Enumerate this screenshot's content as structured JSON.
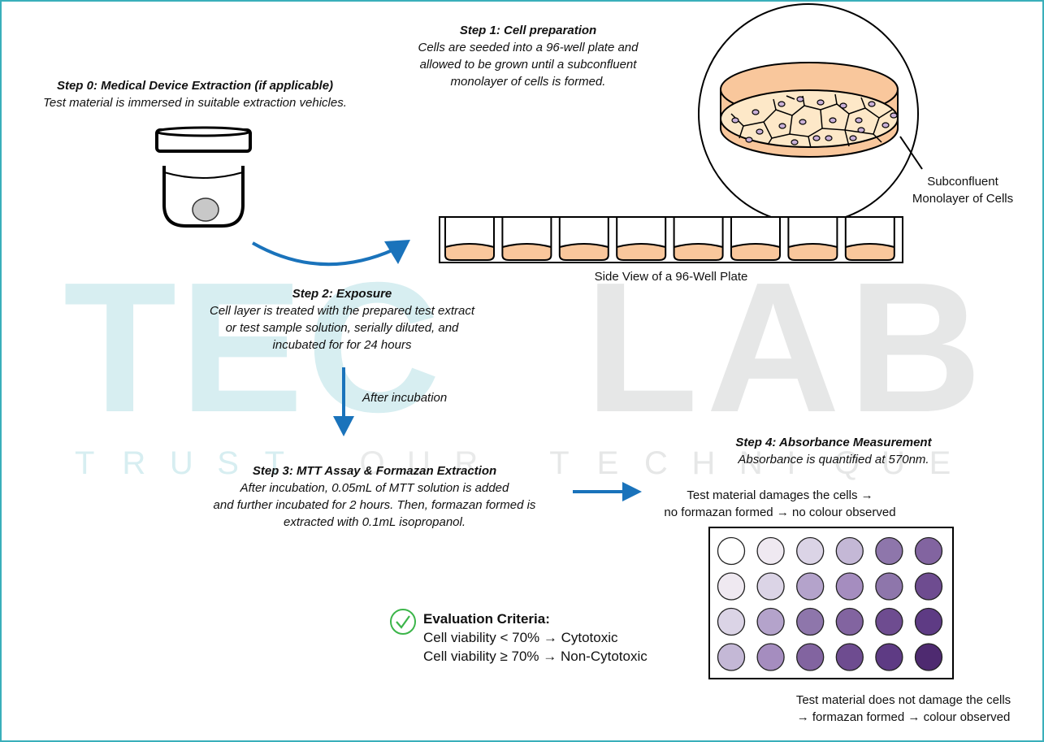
{
  "watermark": {
    "brand_left": "TEC",
    "brand_right": "LAB",
    "tagline": [
      "T",
      "R",
      "U",
      "S",
      "T",
      "",
      "O",
      "U",
      "R",
      "",
      "T",
      "E",
      "C",
      "H",
      "N",
      "I",
      "Q",
      "U",
      "E"
    ],
    "colors": {
      "teal": "#d7eef1",
      "gray": "#e6e7e7"
    }
  },
  "colors": {
    "frame": "#3aafba",
    "arrow": "#1a73bb",
    "well_liquid": "#f9c79c",
    "cell_fill": "#fde8c8",
    "nucleus": "#c9b0d8",
    "check": "#3cb54a"
  },
  "step0": {
    "title": "Step 0: Medical Device Extraction (if applicable)",
    "body": "Test material is immersed in suitable extraction vehicles."
  },
  "step1": {
    "title": "Step 1: Cell preparation",
    "body": [
      "Cells are seeded into a 96-well plate and",
      "allowed to be grown until a subconfluent",
      "monolayer of cells is formed."
    ]
  },
  "callout": {
    "label": [
      "Subconfluent",
      "Monolayer of Cells"
    ]
  },
  "plate_side": {
    "caption": "Side View of a 96-Well Plate",
    "well_count": 8
  },
  "step2": {
    "title": "Step 2: Exposure",
    "body": [
      "Cell layer is treated with the prepared test extract",
      "or test sample solution, serially diluted, and",
      "incubated for for 24 hours"
    ]
  },
  "arrow_label": "After incubation",
  "step3": {
    "title": "Step 3: MTT Assay & Formazan Extraction",
    "body": [
      "After incubation, 0.05mL of MTT solution is added",
      "and further incubated for 2 hours. Then, formazan formed is",
      "extracted with 0.1mL isopropanol."
    ]
  },
  "step4": {
    "title": "Step 4: Absorbance Measurement",
    "body": "Absorbance is quantified at 570nm."
  },
  "damage_note": [
    "Test material damages the cells →",
    "no formazan formed → no colour observed"
  ],
  "no_damage_note": [
    "Test material does not damage the cells",
    "→ formazan formed → colour observed"
  ],
  "evaluation": {
    "title": "Evaluation Criteria:",
    "lines": [
      "Cell viability < 70% → Cytotoxic",
      "Cell viability ≥ 70% → Non-Cytotoxic"
    ]
  },
  "plate_top": {
    "rows": [
      [
        "#ffffff",
        "#efe9f1",
        "#dbd4e6",
        "#c4b8d6",
        "#8e76ab",
        "#8264a0"
      ],
      [
        "#efe9f1",
        "#dbd4e6",
        "#b4a3cb",
        "#a58dbf",
        "#8e76ab",
        "#6e4c90"
      ],
      [
        "#dbd4e6",
        "#b4a3cb",
        "#8e76ab",
        "#8264a0",
        "#6e4c90",
        "#5e3b84"
      ],
      [
        "#c4b8d6",
        "#a58dbf",
        "#8264a0",
        "#6e4c90",
        "#5e3b84",
        "#4e2a70"
      ]
    ]
  }
}
